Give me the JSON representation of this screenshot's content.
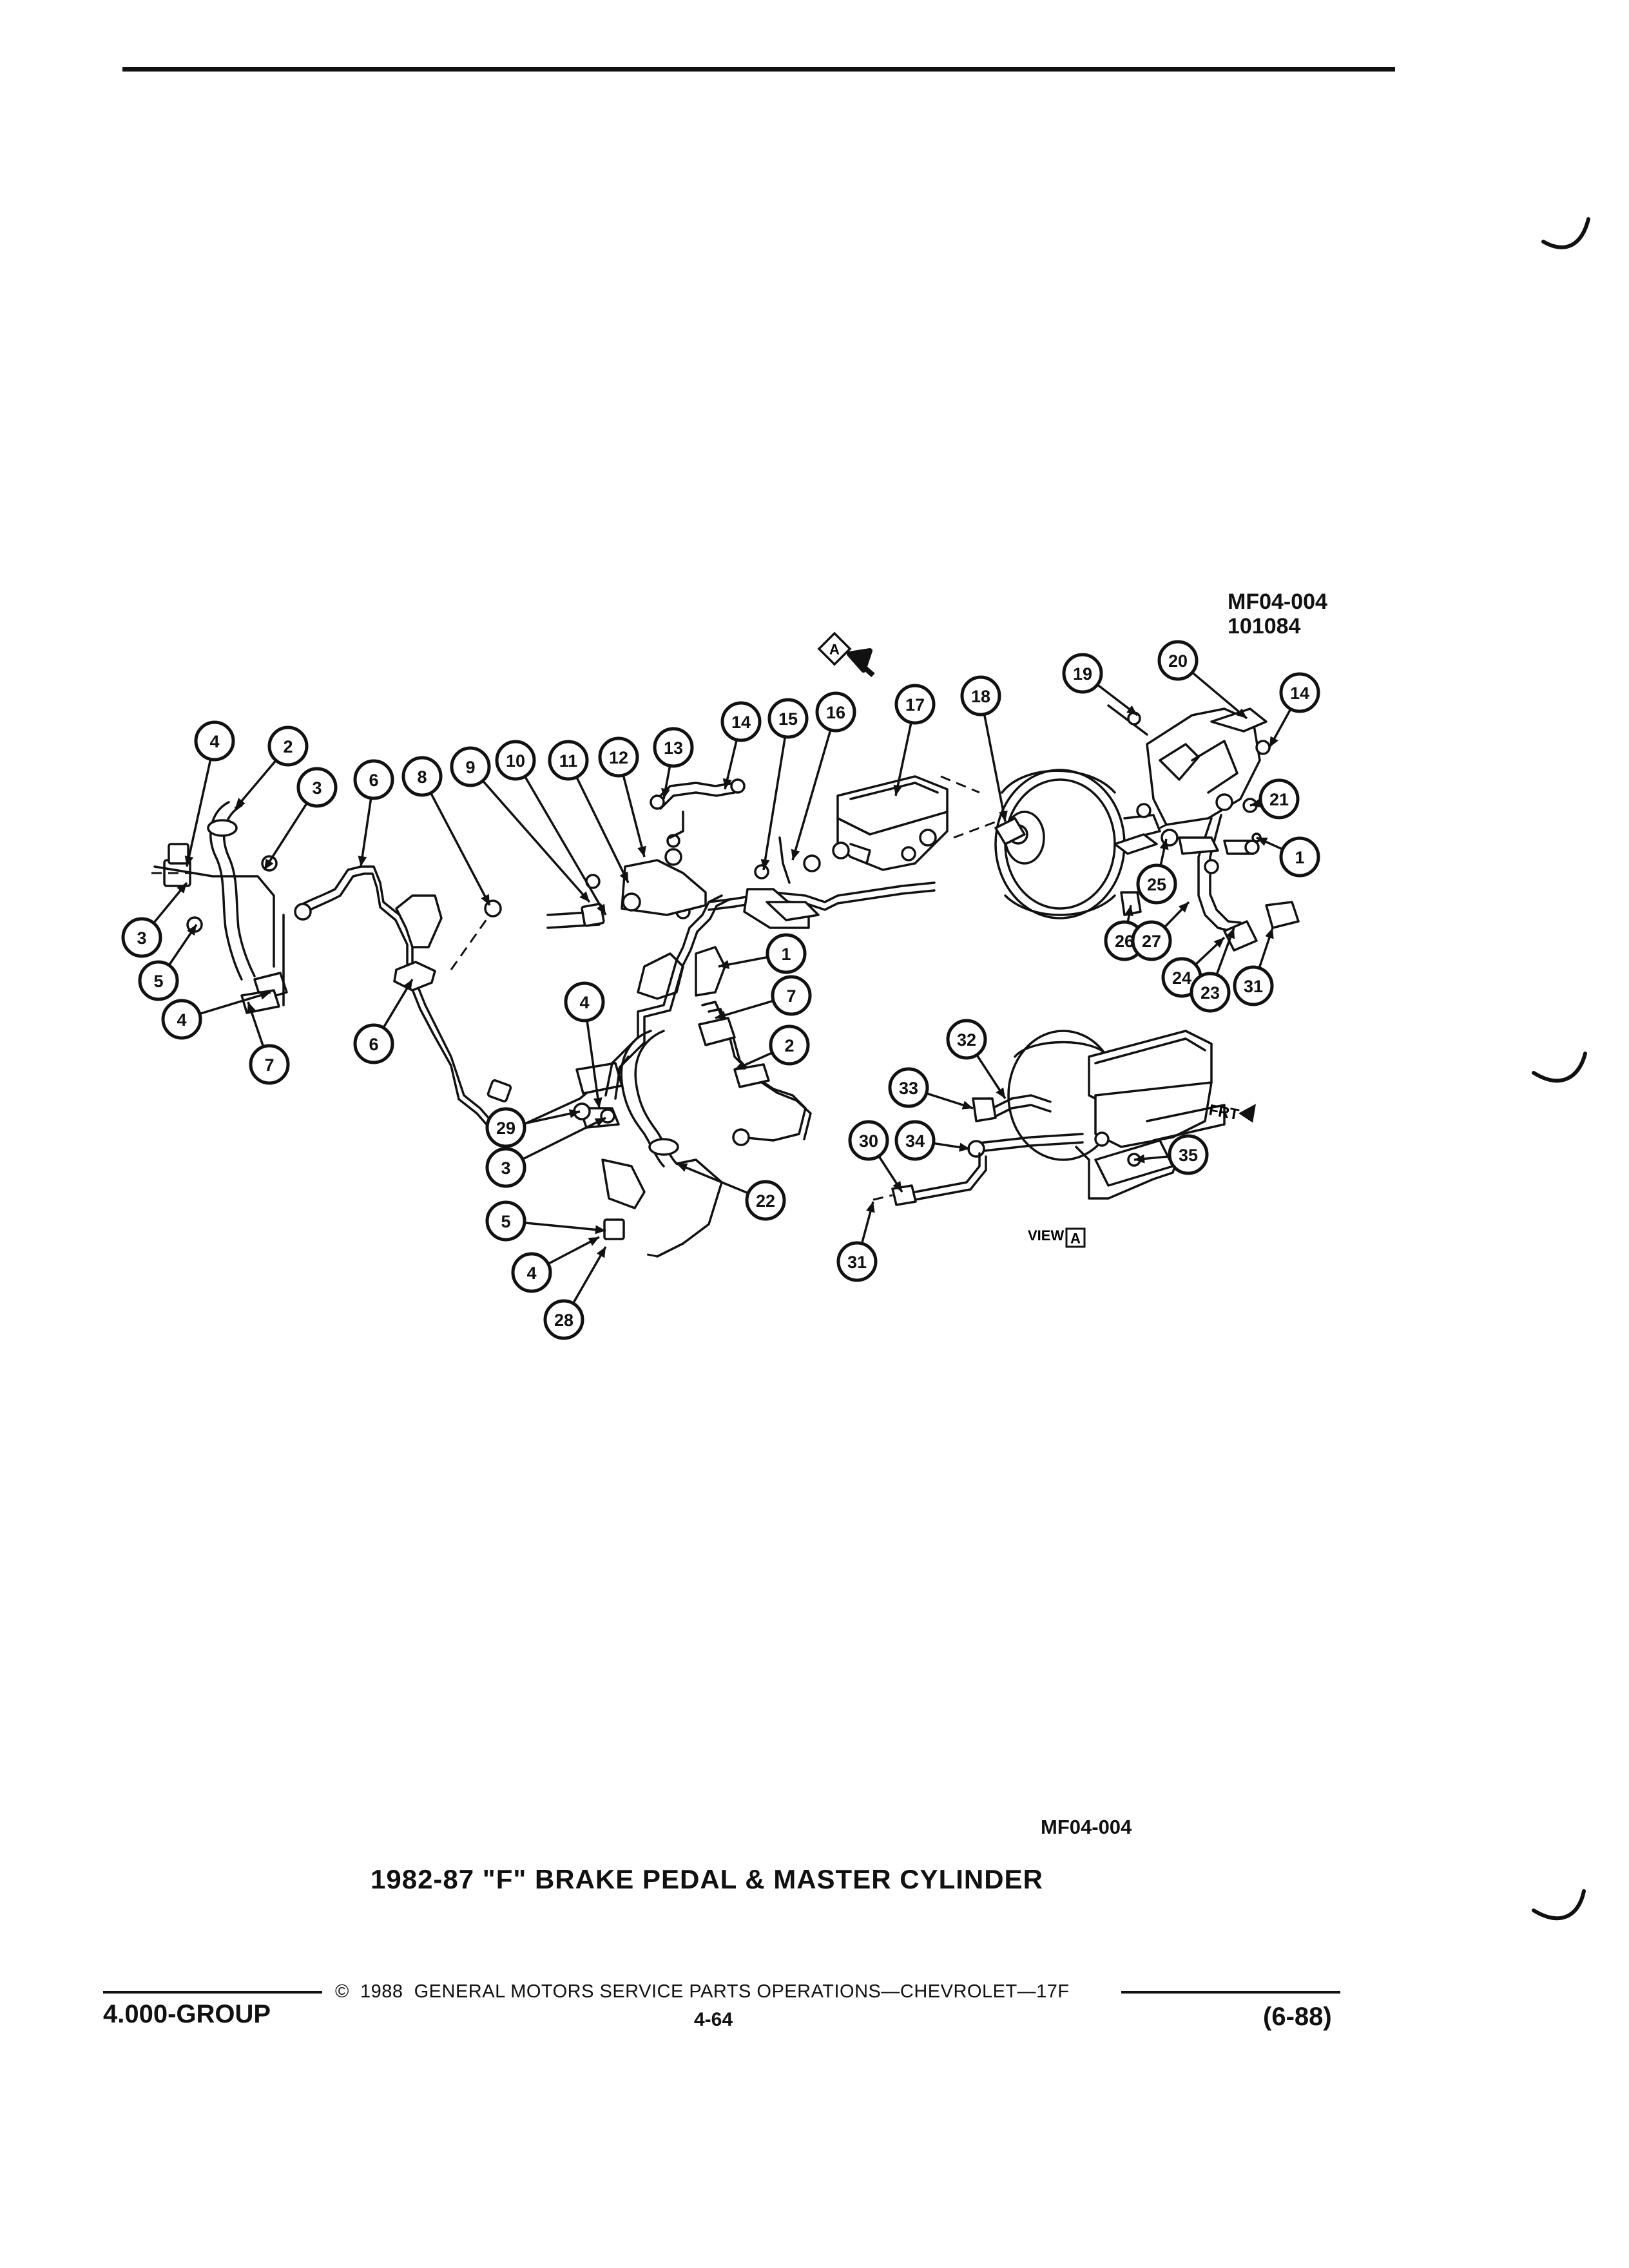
{
  "figure": {
    "ref_code": "MF04-004",
    "ref_date": "101084",
    "view_arrow_label": "A",
    "view_label_prefix": "VIEW",
    "view_label_box": "A",
    "front_label": "FRT",
    "callouts": [
      "4",
      "2",
      "3",
      "6",
      "8",
      "9",
      "10",
      "11",
      "12",
      "13",
      "14",
      "15",
      "16",
      "17",
      "18",
      "19",
      "20",
      "14",
      "21",
      "1",
      "3",
      "5",
      "4",
      "7",
      "6",
      "1",
      "4",
      "7",
      "2",
      "22",
      "29",
      "3",
      "5",
      "4",
      "28",
      "26",
      "27",
      "25",
      "24",
      "23",
      "31",
      "32",
      "33",
      "34",
      "30",
      "35",
      "31"
    ]
  },
  "caption": {
    "code": "MF04-004",
    "title": "1982-87 \"F\" BRAKE PEDAL & MASTER CYLINDER"
  },
  "footer": {
    "copyright": "©  1988  GENERAL MOTORS SERVICE PARTS OPERATIONS—CHEVROLET—17F",
    "group": "4.000-GROUP",
    "page": "4-64",
    "date": "(6-88)"
  }
}
